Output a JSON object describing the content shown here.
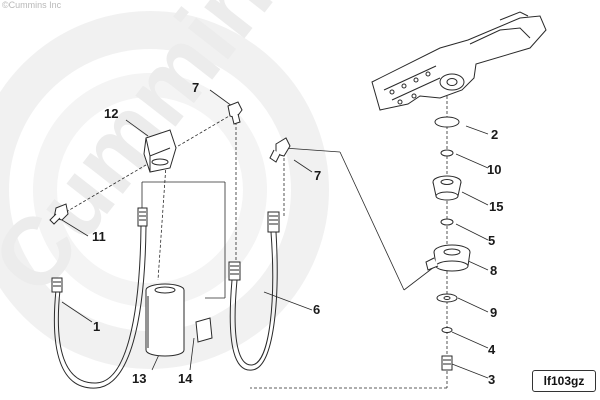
{
  "copyright": "©Cummins Inc",
  "watermark": "Cummins",
  "figure_id": "lf103gz",
  "callouts": [
    {
      "key": "c1",
      "label": "1"
    },
    {
      "key": "c2",
      "label": "2"
    },
    {
      "key": "c3",
      "label": "3"
    },
    {
      "key": "c4",
      "label": "4"
    },
    {
      "key": "c5",
      "label": "5"
    },
    {
      "key": "c6",
      "label": "6"
    },
    {
      "key": "c7a",
      "label": "7"
    },
    {
      "key": "c7b",
      "label": "7"
    },
    {
      "key": "c8",
      "label": "8"
    },
    {
      "key": "c9",
      "label": "9"
    },
    {
      "key": "c10",
      "label": "10"
    },
    {
      "key": "c11",
      "label": "11"
    },
    {
      "key": "c12",
      "label": "12"
    },
    {
      "key": "c13",
      "label": "13"
    },
    {
      "key": "c14",
      "label": "14"
    },
    {
      "key": "c15",
      "label": "15"
    }
  ],
  "colors": {
    "line": "#2a2a2a",
    "watermark": "#ececec",
    "copyright": "#b8b8b8"
  }
}
